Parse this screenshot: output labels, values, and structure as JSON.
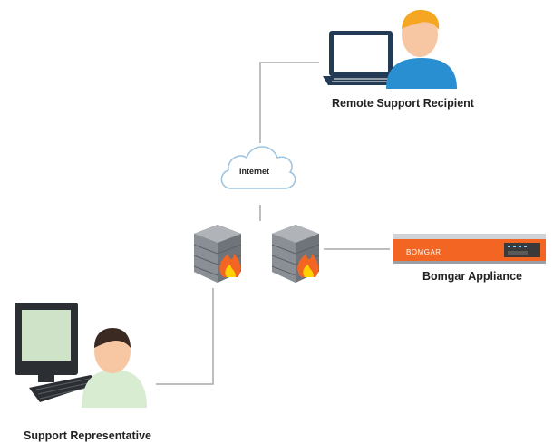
{
  "nodes": {
    "remote_support_recipient": {
      "label": "Remote Support Recipient"
    },
    "internet": {
      "label": "Internet"
    },
    "bomgar_appliance": {
      "label": "Bomgar Appliance",
      "brand": "BOMGAR"
    },
    "support_representative": {
      "label": "Support Representative"
    }
  },
  "colors": {
    "connector": "#a8a8a8",
    "person_blue": "#2a8fd0",
    "person_skin": "#f6c7a2",
    "hair_blonde": "#f5a623",
    "hair_dark": "#3a2a22",
    "laptop_navy": "#243b55",
    "appliance_orange": "#f26522",
    "brick": "#8a8f96",
    "flame": "#f26522",
    "shirt_light": "#d7ecd0",
    "monitor_dark": "#2b2f33",
    "cloud_outline": "#9bc3e0"
  },
  "icons": [
    "laptop-icon",
    "person-icon",
    "cloud-icon",
    "firewall-icon",
    "server-icon",
    "desktop-icon"
  ]
}
